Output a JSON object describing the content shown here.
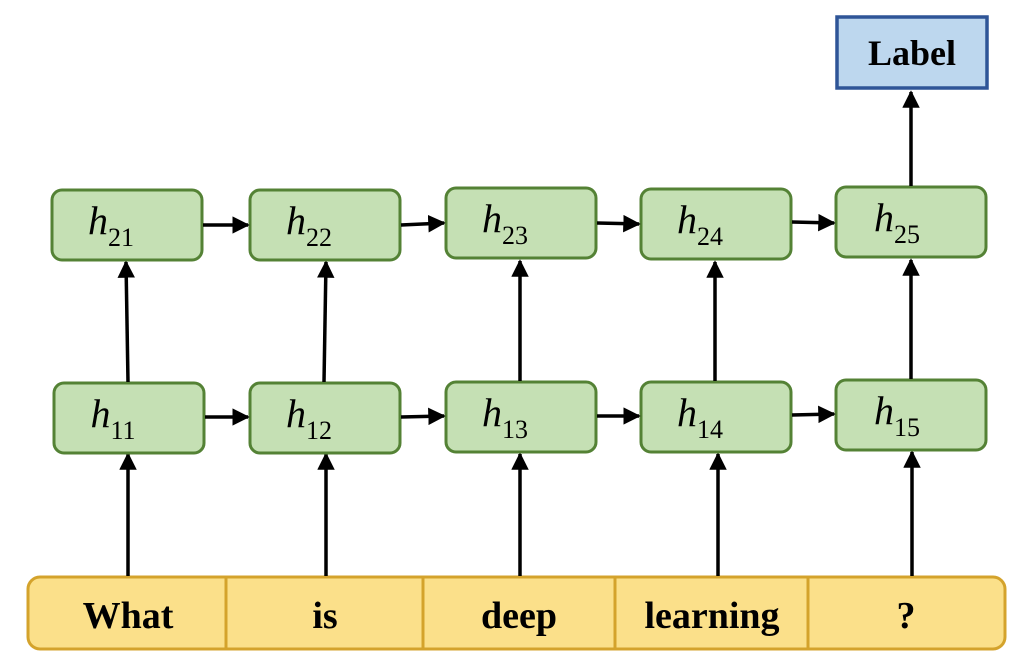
{
  "words": [
    "What",
    "is",
    "deep",
    "learning",
    "?"
  ],
  "layer1": [
    {
      "base": "h",
      "sub": "11"
    },
    {
      "base": "h",
      "sub": "12"
    },
    {
      "base": "h",
      "sub": "13"
    },
    {
      "base": "h",
      "sub": "14"
    },
    {
      "base": "h",
      "sub": "15"
    }
  ],
  "layer2": [
    {
      "base": "h",
      "sub": "21"
    },
    {
      "base": "h",
      "sub": "22"
    },
    {
      "base": "h",
      "sub": "23"
    },
    {
      "base": "h",
      "sub": "24"
    },
    {
      "base": "h",
      "sub": "25"
    }
  ],
  "output": {
    "label": "Label"
  },
  "colors": {
    "cell_fill": "#c5e0b4",
    "cell_stroke": "#548235",
    "word_fill": "#fbe08a",
    "word_stroke": "#d4a32c",
    "label_fill": "#bdd7ee",
    "label_stroke": "#2f5597",
    "arrow": "#000000"
  }
}
